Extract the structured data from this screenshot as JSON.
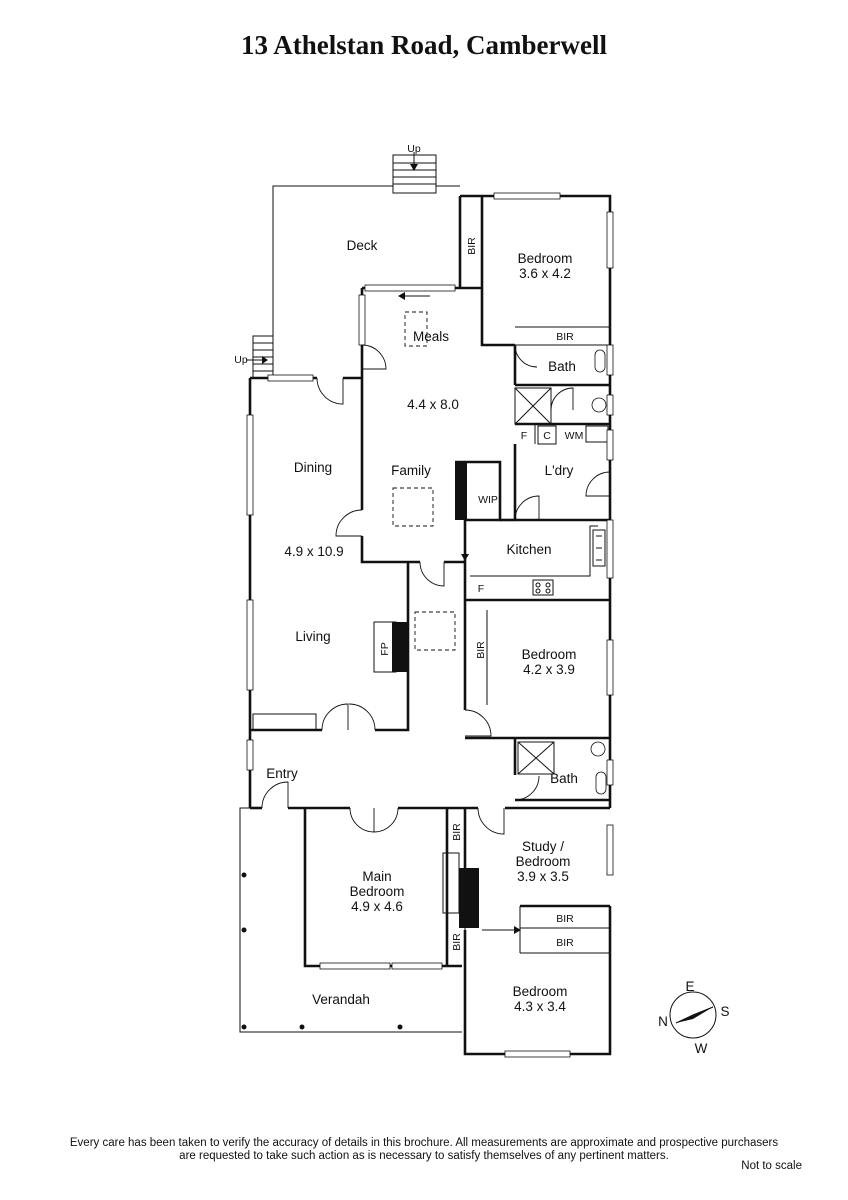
{
  "title": "13 Athelstan Road, Camberwell",
  "rooms": {
    "deck": "Deck",
    "bedroom_rear_name": "Bedroom",
    "bedroom_rear_size": "3.6 x 4.2",
    "meals": "Meals",
    "family_size": "4.4 x 8.0",
    "family": "Family",
    "bath_upper": "Bath",
    "laundry": "L'dry",
    "dining": "Dining",
    "living_size": "4.9 x 10.9",
    "living": "Living",
    "kitchen": "Kitchen",
    "bedroom_mid_name": "Bedroom",
    "bedroom_mid_size": "4.2 x 3.9",
    "bath_lower": "Bath",
    "entry": "Entry",
    "main_bedroom_l1": "Main",
    "main_bedroom_l2": "Bedroom",
    "main_bedroom_size": "4.9 x 4.6",
    "study_l1": "Study /",
    "study_l2": "Bedroom",
    "study_size": "3.9 x 3.5",
    "bedroom_front_name": "Bedroom",
    "bedroom_front_size": "4.3 x 3.4",
    "verandah": "Verandah"
  },
  "fixtures": {
    "bir": "BIR",
    "wip": "WIP",
    "fp": "FP",
    "fridge": "F",
    "cupboard": "C",
    "washing_machine": "WM",
    "up": "Up"
  },
  "compass": {
    "n": "N",
    "e": "E",
    "s": "S",
    "w": "W"
  },
  "footer": {
    "disclaimer_line1": "Every care has been taken to verify the accuracy of details in this brochure. All measurements are approximate and prospective purchasers",
    "disclaimer_line2": "are requested to take such action as is necessary to satisfy themselves of any pertinent matters.",
    "scale_note": "Not to scale"
  }
}
